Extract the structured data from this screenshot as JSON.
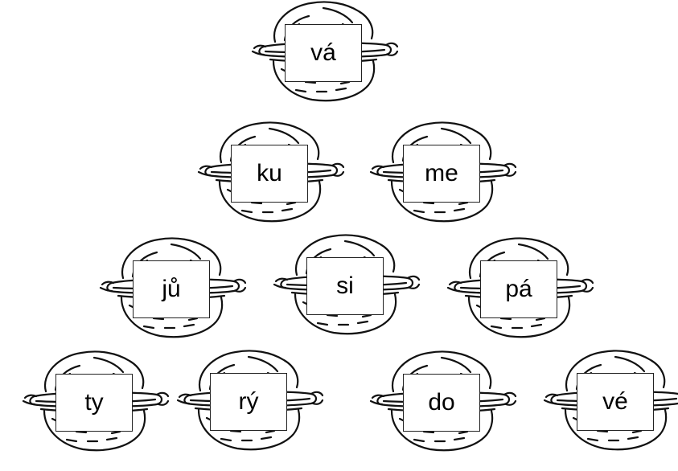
{
  "rows": [
    [
      "vá"
    ],
    [
      "ku",
      "me"
    ],
    [
      "jů",
      "si",
      "pá"
    ],
    [
      "ty",
      "rý",
      "do",
      "vé"
    ]
  ]
}
